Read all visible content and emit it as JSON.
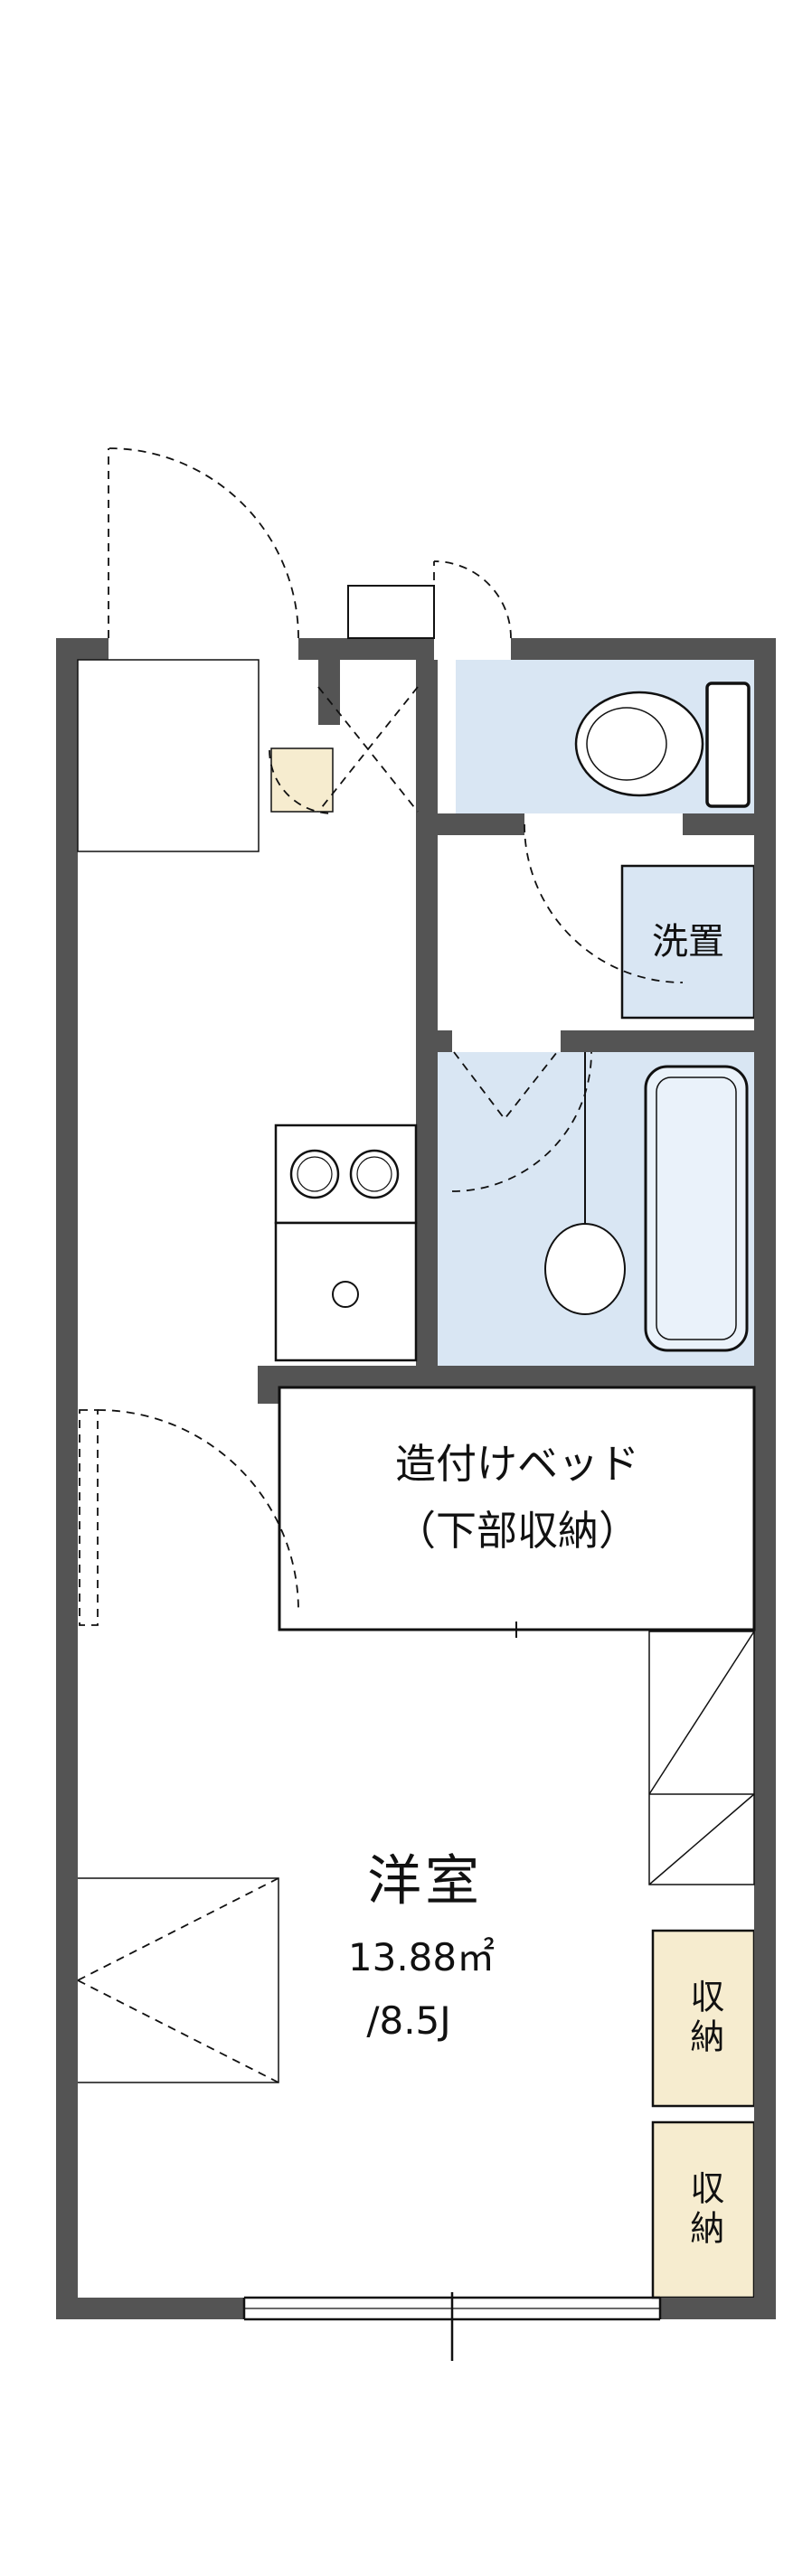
{
  "floorplan": {
    "colors": {
      "wall": "#545454",
      "wet_room": "#d9e6f3",
      "fixture_light": "#eaf2fa",
      "storage": "#f6eccf",
      "line": "#111111",
      "background": "#ffffff"
    },
    "labels": {
      "laundry": "洗置",
      "bed_line1": "造付けベッド",
      "bed_line2": "（下部収納）",
      "room_name": "洋室",
      "room_area_m2": "13.88㎡",
      "room_area_jo": "/8.5J",
      "storage_top": "収納",
      "storage_bottom": "収納"
    }
  }
}
